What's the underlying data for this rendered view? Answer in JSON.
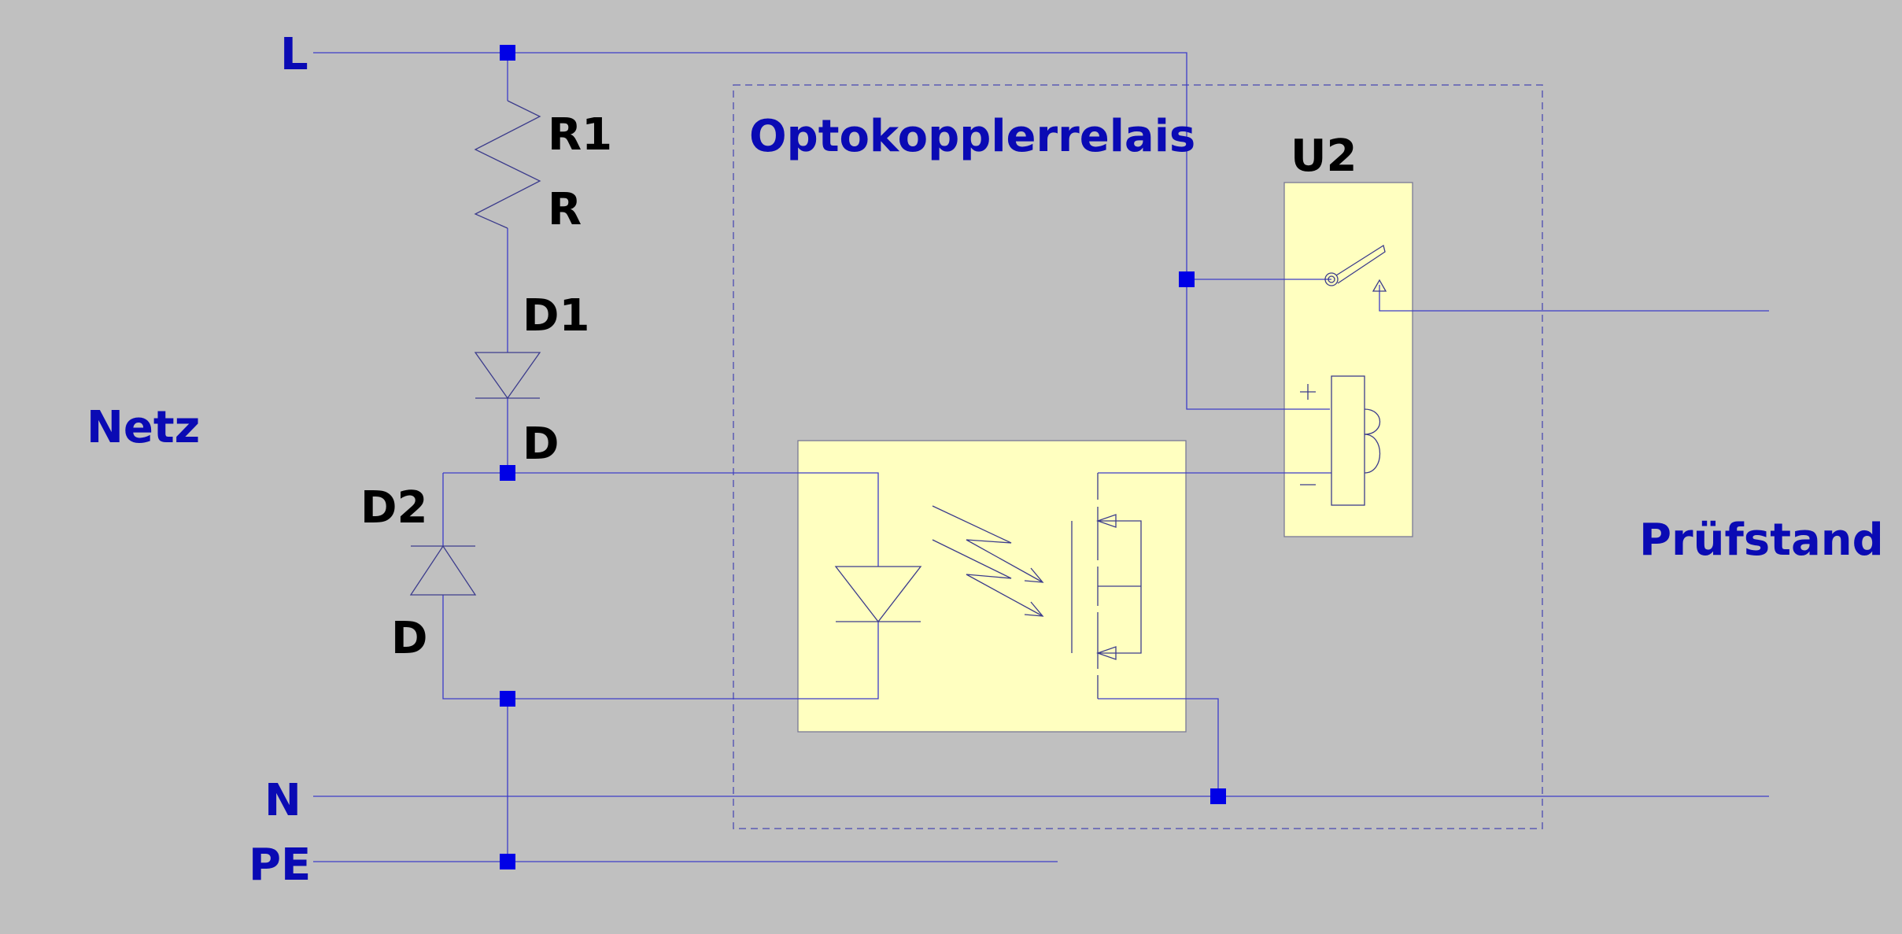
{
  "colors": {
    "background": "#c0c0c0",
    "wire": "#3c3cc8",
    "junction": "#0000e6",
    "component_fill": "#ffffc0",
    "net_label": "#0a0ab4",
    "ref_label": "#000000"
  },
  "nets": {
    "l": "L",
    "n": "N",
    "pe": "PE",
    "source": "Netz",
    "target": "Prüfstand"
  },
  "group": {
    "title": "Optokopplerrelais"
  },
  "components": {
    "r1": {
      "ref": "R1",
      "value": "R"
    },
    "d1": {
      "ref": "D1",
      "value": "D"
    },
    "d2": {
      "ref": "D2",
      "value": "D"
    },
    "u2": {
      "ref": "U2"
    }
  },
  "icons": {
    "resistor": "resistor-icon",
    "diode": "diode-icon",
    "optocoupler": "optocoupler-icon",
    "relay": "relay-icon"
  }
}
